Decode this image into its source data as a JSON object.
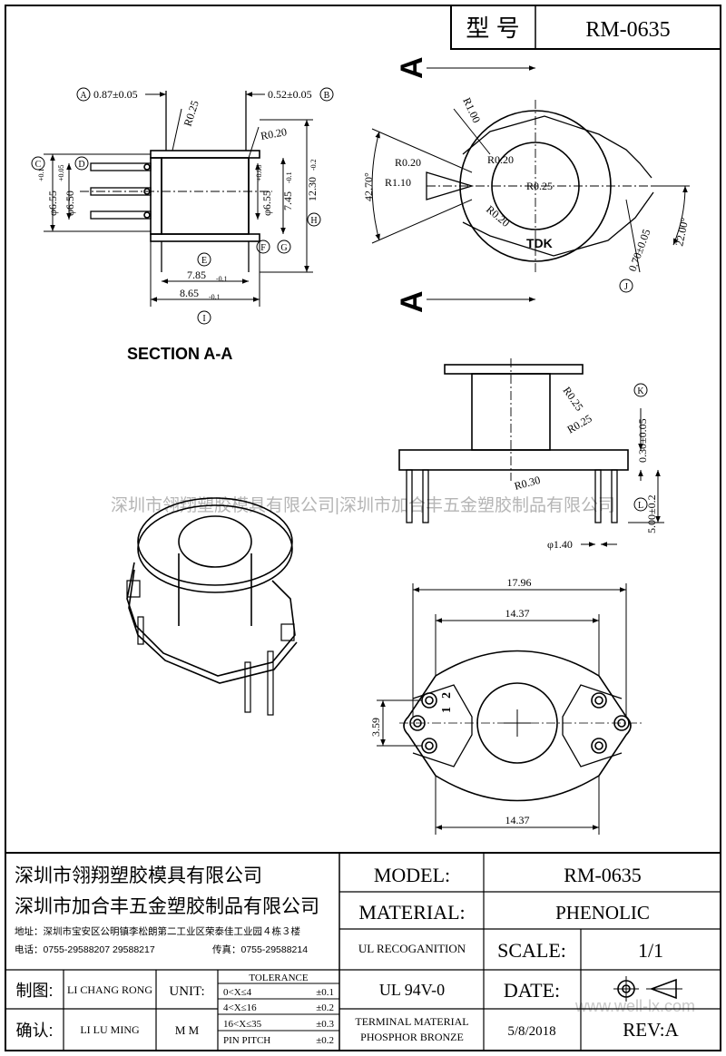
{
  "header": {
    "model_cn_label": "型 号",
    "model_value": "RM-0635"
  },
  "drawing": {
    "section_title": "SECTION A-A",
    "section_marker": "A",
    "logo": "TDK",
    "watermark": "深圳市翎翔塑胶模具有限公司|深圳市加合丰五金塑胶制品有限公司",
    "site_watermark": "www.well-lx.com",
    "labels": {
      "A": "A",
      "B": "B",
      "C": "C",
      "D": "D",
      "E": "E",
      "F": "F",
      "G": "G",
      "H": "H",
      "I": "I",
      "J": "J",
      "K": "K",
      "L": "L"
    },
    "pin_numbers": [
      "1",
      "2"
    ],
    "dims": {
      "d_a": "0.87±0.05",
      "d_b": "0.52±0.05",
      "r025_top": "R0.25",
      "r020_side": "R0.20",
      "phi655_c": "φ6.55",
      "tol_c": "+0.1",
      "tol_c2": "0",
      "phi650_d": "φ6.50",
      "tol_d": "+0.05",
      "tol_d2": "0",
      "phi655_f": "φ6.55",
      "tol_f": "+0.05",
      "tol_f2": "0",
      "d745": "7.45",
      "tol_745": "-0.1",
      "tol_745b": "0",
      "d1230": "12.30",
      "tol_1230": "-0.2",
      "tol_1230b": "0",
      "d785": "7.85",
      "tol_785": "0",
      "tol_785b": "-0.1",
      "d865": "8.65",
      "tol_865": "0",
      "tol_865b": "-0.1",
      "r100": "R1.00",
      "r020_a": "R0.20",
      "r020_b": "R0.20",
      "r020_c": "R0.20",
      "r110": "R1.10",
      "r025_c": "R0.25",
      "d4270": "42.70°",
      "d070": "0.70±0.05",
      "d2200": "22.00°",
      "r025_s1": "R0.25",
      "r025_s2": "R0.25",
      "r030": "R0.30",
      "d030": "0.30±0.05",
      "d500": "5.00±0.2",
      "phi140": "φ1.40",
      "d1796": "17.96",
      "d1437a": "14.37",
      "d1437b": "14.37",
      "d359": "3.59"
    }
  },
  "title_block": {
    "company1": "深圳市翎翔塑胶模具有限公司",
    "company2": "深圳市加合丰五金塑胶制品有限公司",
    "address": "地址：深圳市宝安区公明镇李松朗第二工业区荣泰佳工业园４栋３楼",
    "phone": "电话：0755-29588207  29588217",
    "fax": "传真：0755-29588214",
    "model_label": "MODEL:",
    "model_value": "RM-0635",
    "material_label": "MATERIAL:",
    "material_value": "PHENOLIC",
    "ul_label": "UL RECOGANITION",
    "ul_value": "UL 94V-0",
    "scale_label": "SCALE:",
    "scale_value": "1/1",
    "date_label": "DATE:",
    "date_value": "5/8/2018",
    "terminal_label1": "TERMINAL MATERIAL",
    "terminal_label2": "PHOSPHOR  BRONZE",
    "rev": "REV:A",
    "drawn_label": "制图:",
    "drawn_value": "LI CHANG RONG",
    "check_label": "确认:",
    "check_value": "LI LU MING",
    "unit_label": "UNIT:",
    "unit_value": "M M",
    "tolerance_label": "TOLERANCE",
    "tolerance": [
      {
        "range": "0<X≤4",
        "value": "±0.1"
      },
      {
        "range": "4<X≤16",
        "value": "±0.2"
      },
      {
        "range": "16<X≤35",
        "value": "±0.3"
      },
      {
        "range": "PIN PITCH",
        "value": "±0.2"
      }
    ]
  }
}
